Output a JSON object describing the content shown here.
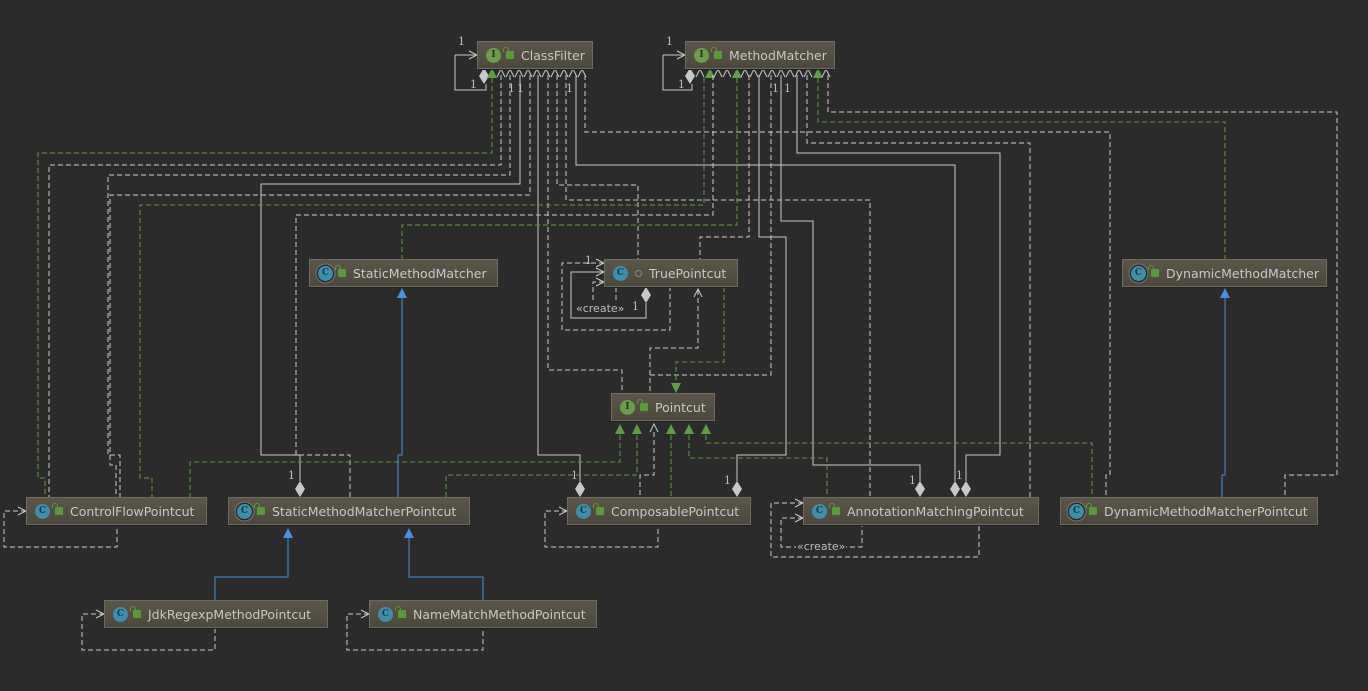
{
  "diagram": {
    "title": "Pointcut class hierarchy",
    "colors": {
      "background": "#2b2b2b",
      "dependency": "#c8c8c8",
      "realization": "#5f9e46",
      "inheritance": "#4a8fe0",
      "node_fill": "#524d41"
    },
    "nodes": [
      {
        "id": "ClassFilter",
        "label": "ClassFilter",
        "kind": "interface",
        "kind_glyph": "I",
        "visibility": "public"
      },
      {
        "id": "MethodMatcher",
        "label": "MethodMatcher",
        "kind": "interface",
        "kind_glyph": "I",
        "visibility": "public"
      },
      {
        "id": "StaticMethodMatcher",
        "label": "StaticMethodMatcher",
        "kind": "abstract-class",
        "kind_glyph": "C",
        "visibility": "public"
      },
      {
        "id": "TruePointcut",
        "label": "TruePointcut",
        "kind": "class",
        "kind_glyph": "C",
        "visibility": "package"
      },
      {
        "id": "DynamicMethodMatcher",
        "label": "DynamicMethodMatcher",
        "kind": "abstract-class",
        "kind_glyph": "C",
        "visibility": "public"
      },
      {
        "id": "Pointcut",
        "label": "Pointcut",
        "kind": "interface",
        "kind_glyph": "I",
        "visibility": "public"
      },
      {
        "id": "ControlFlowPointcut",
        "label": "ControlFlowPointcut",
        "kind": "class",
        "kind_glyph": "C",
        "visibility": "public"
      },
      {
        "id": "StaticMethodMatcherPointcut",
        "label": "StaticMethodMatcherPointcut",
        "kind": "abstract-class",
        "kind_glyph": "C",
        "visibility": "public"
      },
      {
        "id": "ComposablePointcut",
        "label": "ComposablePointcut",
        "kind": "class",
        "kind_glyph": "C",
        "visibility": "public"
      },
      {
        "id": "AnnotationMatchingPointcut",
        "label": "AnnotationMatchingPointcut",
        "kind": "class",
        "kind_glyph": "C",
        "visibility": "public"
      },
      {
        "id": "DynamicMethodMatcherPointcut",
        "label": "DynamicMethodMatcherPointcut",
        "kind": "abstract-class",
        "kind_glyph": "C",
        "visibility": "public"
      },
      {
        "id": "JdkRegexpMethodPointcut",
        "label": "JdkRegexpMethodPointcut",
        "kind": "class",
        "kind_glyph": "C",
        "visibility": "public"
      },
      {
        "id": "NameMatchMethodPointcut",
        "label": "NameMatchMethodPointcut",
        "kind": "class",
        "kind_glyph": "C",
        "visibility": "public"
      }
    ],
    "stereotype_create": "«create»",
    "multiplicity_one": "1",
    "relations": [
      {
        "from": "StaticMethodMatcherPointcut",
        "to": "StaticMethodMatcher",
        "type": "inheritance"
      },
      {
        "from": "DynamicMethodMatcherPointcut",
        "to": "DynamicMethodMatcher",
        "type": "inheritance"
      },
      {
        "from": "JdkRegexpMethodPointcut",
        "to": "StaticMethodMatcherPointcut",
        "type": "inheritance"
      },
      {
        "from": "NameMatchMethodPointcut",
        "to": "StaticMethodMatcherPointcut",
        "type": "inheritance"
      },
      {
        "from": "TruePointcut",
        "to": "Pointcut",
        "type": "realization"
      },
      {
        "from": "ControlFlowPointcut",
        "to": "Pointcut",
        "type": "realization"
      },
      {
        "from": "ControlFlowPointcut",
        "to": "ClassFilter",
        "type": "realization"
      },
      {
        "from": "ControlFlowPointcut",
        "to": "MethodMatcher",
        "type": "realization"
      },
      {
        "from": "StaticMethodMatcherPointcut",
        "to": "Pointcut",
        "type": "realization"
      },
      {
        "from": "StaticMethodMatcher",
        "to": "MethodMatcher",
        "type": "realization"
      },
      {
        "from": "DynamicMethodMatcher",
        "to": "MethodMatcher",
        "type": "realization"
      },
      {
        "from": "ComposablePointcut",
        "to": "Pointcut",
        "type": "realization"
      },
      {
        "from": "AnnotationMatchingPointcut",
        "to": "Pointcut",
        "type": "realization"
      },
      {
        "from": "DynamicMethodMatcherPointcut",
        "to": "Pointcut",
        "type": "realization"
      },
      {
        "from": "ComposablePointcut",
        "to": "ClassFilter",
        "type": "aggregation",
        "multiplicity": "1"
      },
      {
        "from": "ComposablePointcut",
        "to": "MethodMatcher",
        "type": "aggregation",
        "multiplicity": "1"
      },
      {
        "from": "StaticMethodMatcherPointcut",
        "to": "ClassFilter",
        "type": "aggregation",
        "multiplicity": "1"
      },
      {
        "from": "AnnotationMatchingPointcut",
        "to": "ClassFilter",
        "type": "aggregation",
        "multiplicity": "1"
      },
      {
        "from": "AnnotationMatchingPointcut",
        "to": "MethodMatcher",
        "type": "aggregation",
        "multiplicity": "1"
      },
      {
        "from": "TruePointcut",
        "to": "TruePointcut",
        "type": "aggregation",
        "multiplicity": "1"
      },
      {
        "from": "ClassFilter",
        "to": "ClassFilter",
        "type": "aggregation",
        "multiplicity": "1"
      },
      {
        "from": "MethodMatcher",
        "to": "MethodMatcher",
        "type": "aggregation",
        "multiplicity": "1"
      },
      {
        "from": "TruePointcut",
        "to": "TruePointcut",
        "type": "dependency",
        "stereotype": "«create»"
      },
      {
        "from": "AnnotationMatchingPointcut",
        "to": "AnnotationMatchingPointcut",
        "type": "dependency",
        "stereotype": "«create»"
      }
    ]
  }
}
